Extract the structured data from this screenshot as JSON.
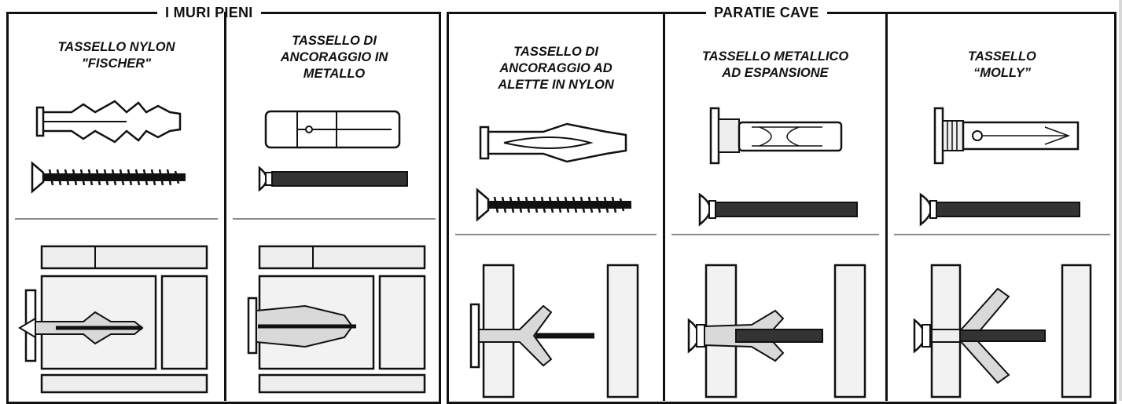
{
  "groups": [
    {
      "id": "solid",
      "label": "I MURI PIENI"
    },
    {
      "id": "hollow",
      "label": "PARATIE CAVE"
    }
  ],
  "panels": [
    {
      "title": "TASSELLO NYLON\n\"FISCHER\""
    },
    {
      "title": "TASSELLO DI\nANCORAGGIO IN\nMETALLO"
    },
    {
      "title": "TASSELLO DI\nANCORAGGIO AD\nALETTE IN NYLON"
    },
    {
      "title": "TASSELLO METALLICO\nAD ESPANSIONE"
    },
    {
      "title": "TASSELLO\n“MOLLY”"
    }
  ],
  "colors": {
    "ink": "#111111",
    "fill": "#d9d9d9",
    "rule": "#8a8a8a",
    "wall": "#f2f2f2"
  }
}
